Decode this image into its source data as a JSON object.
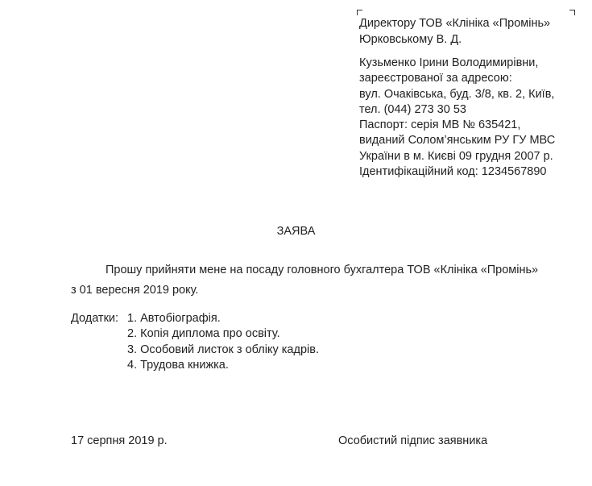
{
  "addressee": {
    "line1": "Директору ТОВ «Клініка «Промінь»",
    "line2": "Юрковському В. Д."
  },
  "sender": {
    "lines": [
      "Кузьменко Ірини Володимирівни,",
      "зареєстрованої за адресою:",
      "вул. Очаківська, буд. 3/8, кв. 2, Київ,",
      "тел. (044) 273 30 53",
      "Паспорт: серія МВ № 635421,",
      "виданий Солом’янським РУ ГУ МВС",
      "України в м. Києві 09 грудня 2007 р.",
      "Ідентифікаційний код: 1234567890"
    ]
  },
  "title": "ЗАЯВА",
  "body": {
    "line1": "Прошу прийняти мене на посаду головного бухгалтера ТОВ «Клініка «Промінь»",
    "line2": "з 01 вересня 2019 року."
  },
  "attachments": {
    "label": "Додатки:",
    "items": [
      "1. Автобіографія.",
      "2. Копія диплома про освіту.",
      "3. Особовий листок з обліку кадрів.",
      "4. Трудова книжка."
    ]
  },
  "footer": {
    "date": "17 серпня 2019 р.",
    "signature": "Особистий підпис заявника"
  }
}
